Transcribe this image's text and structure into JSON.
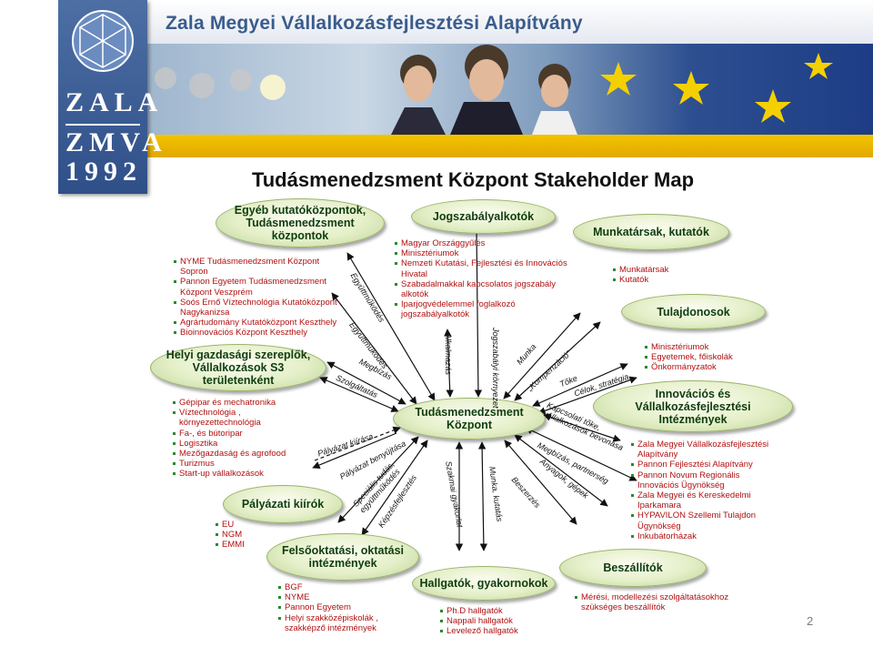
{
  "header": {
    "title": "Zala Megyei Vállalkozásfejlesztési Alapítvány",
    "logo_lines": [
      "ZALA",
      "ZMVA",
      "1992"
    ]
  },
  "diagram": {
    "title": "Tudásmenedzsment Központ Stakeholder Map",
    "center": "Tudásmenedzsment Központ",
    "nodes": {
      "research": "Egyéb kutatóközpontok, Tudásmenedzsment központok",
      "legislators": "Jogszabályalkotók",
      "staff": "Munkatársak, kutatók",
      "owners": "Tulajdonosok",
      "local": "Helyi gazdasági szereplők, Vállalkozások S3 területenként",
      "innovation": "Innovációs és Vállalkozásfejlesztési Intézmények",
      "tender": "Pályázati kiírók",
      "higher_ed": "Felsőoktatási, oktatási intézmények",
      "students": "Hallgatók, gyakornokok",
      "suppliers": "Beszállítók"
    },
    "lists": {
      "research": [
        "NYME Tudásmenedzsment Központ",
        "Sopron",
        "Pannon Egyetem Tudásmenedzsment",
        "Központ Veszprém",
        "Soós Ernő Víztechnológia Kutatóközpont",
        "Nagykanizsa",
        "Agrártudomány Kutatóközpont Keszthely",
        "Bioinnovációs Központ Keszthely"
      ],
      "legislators": [
        "Magyar Országgyűlés",
        "Minisztériumok",
        "Nemzeti Kutatási, Fejlesztési és Innovációs",
        "Hivatal",
        "Szabadalmakkal kapcsolatos jogszabály",
        "alkotók",
        "Iparjogvédelemmel foglalkozó",
        "jogszabályalkotók"
      ],
      "staff": [
        "Munkatársak",
        "Kutatók"
      ],
      "owners": [
        "Minisztériumok",
        "Egyetemek, főiskolák",
        "Önkormányzatok"
      ],
      "local": [
        "Gépipar és mechatronika",
        "Víztechnológia ,",
        "környezettechnológia",
        "Fa-, és bútoripar",
        "Logisztika",
        "Mezőgazdaság és agrofood",
        "Turizmus",
        "Start-up vállalkozások"
      ],
      "innovation": [
        "Zala Megyei Vállalkozásfejlesztési",
        "Alapítvány",
        "Pannon Fejlesztési Alapítvány",
        "Pannon Novum Regionális",
        "Innovációs Ügynökség",
        "Zala Megyei és Kereskedelmi",
        "Iparkamara",
        "HYPAVILON Szellemi Tulajdon",
        "Ügynökség",
        "Inkubátorházak"
      ],
      "tender": [
        "EU",
        "NGM",
        "EMMI"
      ],
      "higher_ed": [
        "BGF",
        "NYME",
        "Pannon Egyetem",
        "Helyi szakközépiskolák ,",
        "szakképző intézmények"
      ],
      "students": [
        "Ph.D hallgatók",
        "Nappali hallgatók",
        "Levelező hallgatók"
      ],
      "suppliers": [
        "Mérési, modellezési szolgáltatásokhoz",
        "szükséges beszállítók"
      ]
    },
    "arrow_labels": {
      "egyuttmukodes1": "Együttműködés",
      "egyuttmukodes2": "Együttműködés",
      "megbizas": "Megbízás",
      "szolgaltatas": "Szolgáltatás",
      "alkalmazas": "Alkalmazás",
      "jogszabalyi": "Jogszabályi környezet",
      "munka": "Munka",
      "kompenzacio": "„Kompenzáció”",
      "toke": "Tőke",
      "celok": "Célok, stratégia",
      "kapcsolati": "Kapcsolati tőke, vállalkozások bevonása",
      "palyazat_kiirasa": "Pályázat kiírása",
      "palyazat_benyujtasa": "Pályázat benyújtása",
      "specialis": "Speciális tudás, együttműködés",
      "kepzesfejlesztes": "Képzésfejlesztés",
      "szakmai": "Szakmai gyakorlat",
      "munka_kutatas": "Munka, kutatás",
      "beszerzes": "Beszerzés",
      "anyagok": "Anyagok, gépek",
      "megbizas_partnerseg": "Megbízás, partnerség"
    },
    "page_number": "2"
  },
  "colors": {
    "node_text": "#0f3d0f",
    "list_text": "#b01010",
    "header_blue": "#3a5c8c",
    "accent_yellow": "#f3c400"
  }
}
